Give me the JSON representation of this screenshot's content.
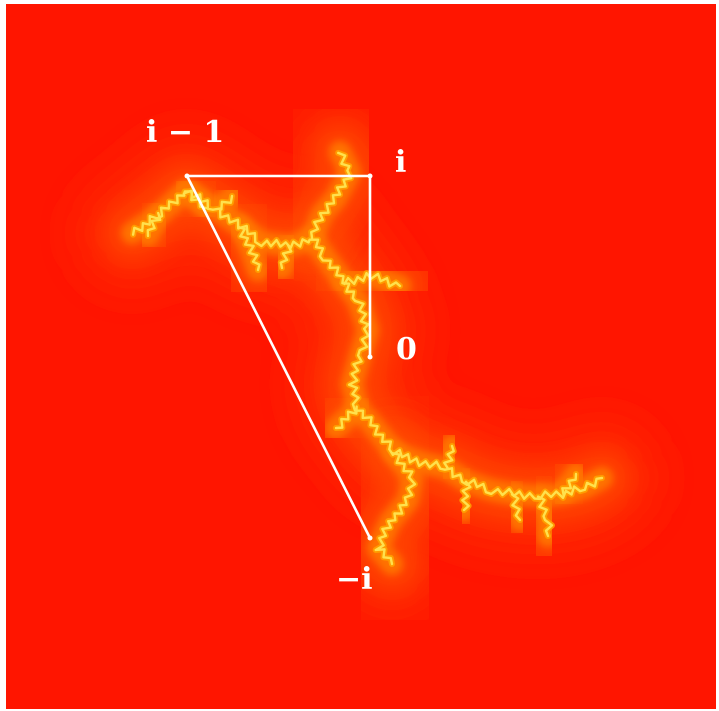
{
  "colors": {
    "background": "#ff1500",
    "halo_outer": "#ff2a00",
    "halo_mid": "#ff4a00",
    "halo_inner": "#ff7800",
    "fractal_glow": "#ffa000",
    "fractal_core": "#ffe14d",
    "edges": "#ffffff",
    "labels": "#ffffff"
  },
  "points": {
    "i_minus_1": {
      "label": "i − 1",
      "re": -1,
      "im": 1
    },
    "i": {
      "label": "i",
      "re": 0,
      "im": 1
    },
    "zero": {
      "label": "0",
      "re": 0,
      "im": 0
    },
    "minus_i": {
      "label": "−i",
      "re": 0,
      "im": -1
    }
  },
  "edges": [
    [
      "i_minus_1",
      "i"
    ],
    [
      "i",
      "zero"
    ],
    [
      "i_minus_1",
      "minus_i"
    ]
  ]
}
